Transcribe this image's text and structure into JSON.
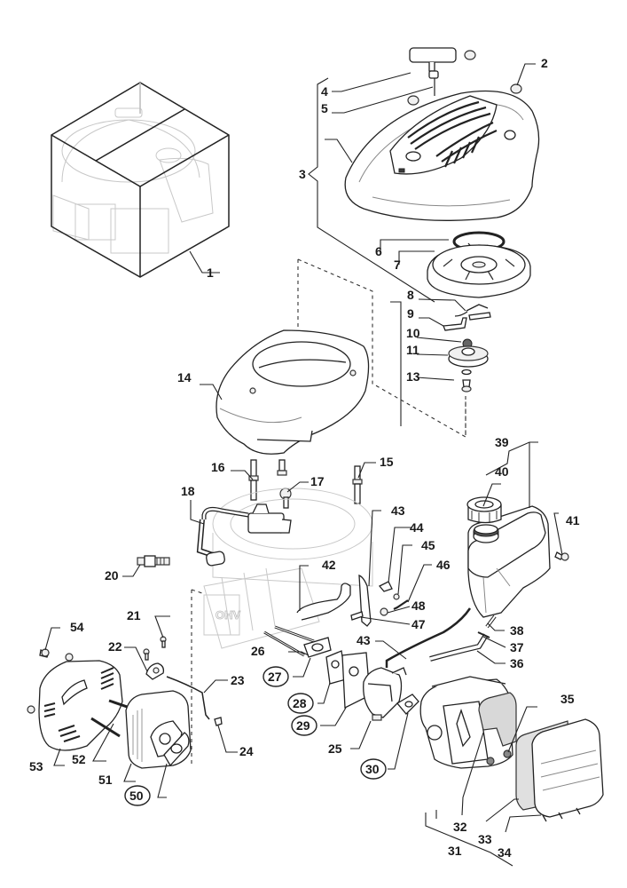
{
  "diagram": {
    "title": "Engine exploded parts diagram",
    "labels": [
      {
        "id": "1",
        "text": "1"
      },
      {
        "id": "2",
        "text": "2"
      },
      {
        "id": "3",
        "text": "3"
      },
      {
        "id": "4",
        "text": "4"
      },
      {
        "id": "5",
        "text": "5"
      },
      {
        "id": "6",
        "text": "6"
      },
      {
        "id": "7",
        "text": "7"
      },
      {
        "id": "8",
        "text": "8"
      },
      {
        "id": "9",
        "text": "9"
      },
      {
        "id": "10",
        "text": "10"
      },
      {
        "id": "11",
        "text": "11"
      },
      {
        "id": "13",
        "text": "13"
      },
      {
        "id": "14",
        "text": "14"
      },
      {
        "id": "15",
        "text": "15"
      },
      {
        "id": "16",
        "text": "16"
      },
      {
        "id": "17",
        "text": "17"
      },
      {
        "id": "18",
        "text": "18"
      },
      {
        "id": "20",
        "text": "20"
      },
      {
        "id": "21",
        "text": "21"
      },
      {
        "id": "22",
        "text": "22"
      },
      {
        "id": "23",
        "text": "23"
      },
      {
        "id": "24",
        "text": "24"
      },
      {
        "id": "25",
        "text": "25"
      },
      {
        "id": "26",
        "text": "26"
      },
      {
        "id": "27",
        "text": "27",
        "circled": true
      },
      {
        "id": "28",
        "text": "28",
        "circled": true
      },
      {
        "id": "29",
        "text": "29",
        "circled": true
      },
      {
        "id": "30",
        "text": "30",
        "circled": true
      },
      {
        "id": "31",
        "text": "31"
      },
      {
        "id": "32",
        "text": "32"
      },
      {
        "id": "33",
        "text": "33"
      },
      {
        "id": "34",
        "text": "34"
      },
      {
        "id": "35",
        "text": "35"
      },
      {
        "id": "36",
        "text": "36"
      },
      {
        "id": "37",
        "text": "37"
      },
      {
        "id": "38",
        "text": "38"
      },
      {
        "id": "39",
        "text": "39"
      },
      {
        "id": "40",
        "text": "40"
      },
      {
        "id": "41",
        "text": "41"
      },
      {
        "id": "42",
        "text": "42"
      },
      {
        "id": "43a",
        "text": "43"
      },
      {
        "id": "43b",
        "text": "43"
      },
      {
        "id": "44",
        "text": "44"
      },
      {
        "id": "45",
        "text": "45"
      },
      {
        "id": "46",
        "text": "46"
      },
      {
        "id": "47",
        "text": "47"
      },
      {
        "id": "48",
        "text": "48"
      },
      {
        "id": "50",
        "text": "50",
        "circled": true
      },
      {
        "id": "51",
        "text": "51"
      },
      {
        "id": "52",
        "text": "52"
      },
      {
        "id": "53",
        "text": "53"
      },
      {
        "id": "54",
        "text": "54"
      }
    ],
    "engine_logo_text": "OHV"
  }
}
